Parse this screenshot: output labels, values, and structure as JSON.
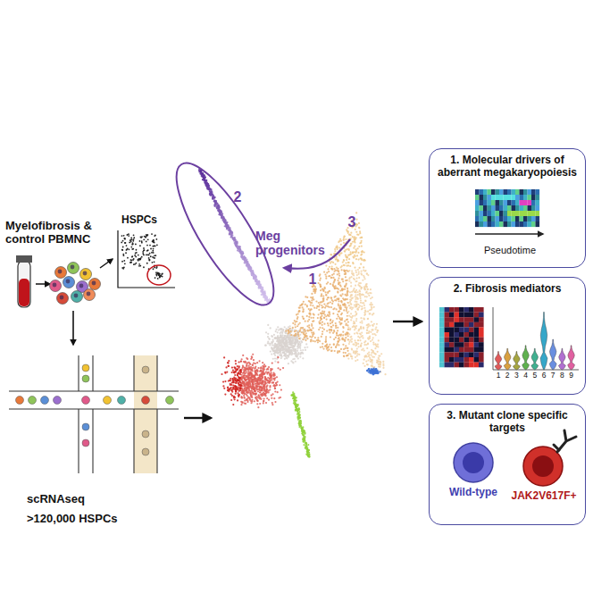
{
  "diagram": {
    "nodes": [
      {
        "text": [
          "1. Molecular drivers of aberrant megakaryopoiesis"
        ]
      },
      {
        "text": [
          "2. Fibrosis mediators"
        ]
      },
      {
        "text": [
          "3. Mutant clone specific targets"
        ]
      }
    ],
    "labels": [
      "Myelofibrosis & control PBMNC",
      "HSPCs",
      "scRNAseq",
      ">120,000 HSPCs",
      "2",
      "Meg progenitors",
      "1",
      "3",
      "Pseudotime",
      "1",
      "2",
      "3",
      "4",
      "5",
      "6",
      "7",
      "8",
      "9",
      "Wild-type",
      "JAK2V617F+"
    ]
  }
}
